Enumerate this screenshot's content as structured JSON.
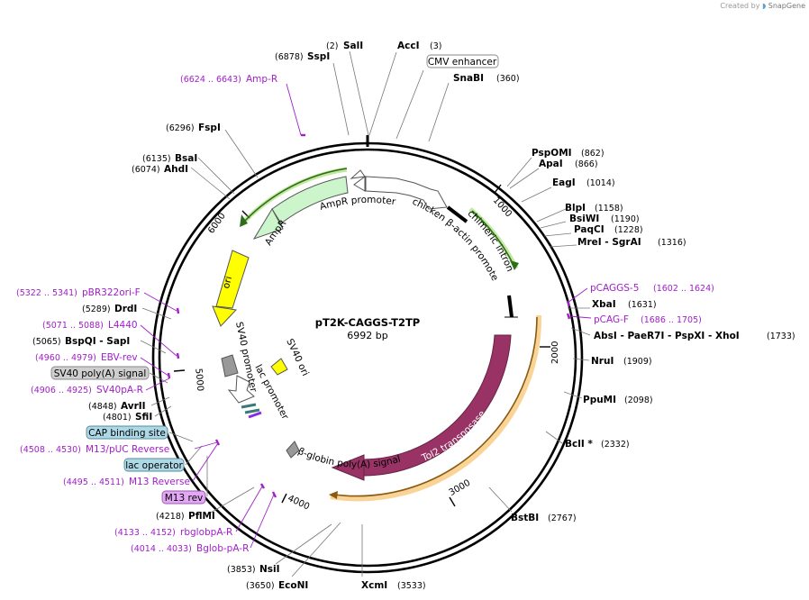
{
  "credit": {
    "prefix": "Created by",
    "brand": "SnapGene"
  },
  "plasmid": {
    "name": "pT2K-CAGGS-T2TP",
    "size": "6992 bp"
  },
  "ticks": [
    "1000",
    "2000",
    "3000",
    "4000",
    "5000",
    "6000"
  ],
  "sites_right": [
    {
      "name": "SalI",
      "pos": "(2)"
    },
    {
      "name": "AccI",
      "pos": "(3)"
    },
    {
      "name": "SnaBI",
      "pos": "(360)"
    },
    {
      "name": "PspOMI",
      "pos": "(862)"
    },
    {
      "name": "ApaI",
      "pos": "(866)"
    },
    {
      "name": "EagI",
      "pos": "(1014)"
    },
    {
      "name": "BlpI",
      "pos": "(1158)"
    },
    {
      "name": "BsiWI",
      "pos": "(1190)"
    },
    {
      "name": "PaqCI",
      "pos": "(1228)"
    },
    {
      "name": "MreI - SgrAI",
      "pos": "(1316)"
    },
    {
      "name": "XbaI",
      "pos": "(1631)"
    },
    {
      "name": "AbsI - PaeR7I - PspXI - XhoI",
      "pos": "(1733)"
    },
    {
      "name": "NruI",
      "pos": "(1909)"
    },
    {
      "name": "PpuMI",
      "pos": "(2098)"
    },
    {
      "name": "BclI *",
      "pos": "(2332)"
    },
    {
      "name": "BstBI",
      "pos": "(2767)"
    },
    {
      "name": "XcmI",
      "pos": "(3533)"
    },
    {
      "name": "EcoNI",
      "pos": "(3650)"
    },
    {
      "name": "NsiI",
      "pos": "(3853)"
    },
    {
      "name": "PflMI",
      "pos": "(4218)"
    }
  ],
  "sites_left": [
    {
      "name": "SspI",
      "pos": "(6878)"
    },
    {
      "name": "FspI",
      "pos": "(6296)"
    },
    {
      "name": "BsaI",
      "pos": "(6135)"
    },
    {
      "name": "AhdI",
      "pos": "(6074)"
    },
    {
      "name": "DrdI",
      "pos": "(5289)"
    },
    {
      "name": "BspQI - SapI",
      "pos": "(5065)"
    },
    {
      "name": "AvrII",
      "pos": "(4848)"
    },
    {
      "name": "SfiI",
      "pos": "(4801)"
    }
  ],
  "primers": [
    {
      "name": "Amp-R",
      "pos": "(6624 .. 6643)"
    },
    {
      "name": "pBR322ori-F",
      "pos": "(5322 .. 5341)"
    },
    {
      "name": "L4440",
      "pos": "(5071 .. 5088)"
    },
    {
      "name": "EBV-rev",
      "pos": "(4960 .. 4979)"
    },
    {
      "name": "SV40pA-R",
      "pos": "(4906 .. 4925)"
    },
    {
      "name": "M13/pUC Reverse",
      "pos": "(4508 .. 4530)"
    },
    {
      "name": "M13 Reverse",
      "pos": "(4495 .. 4511)"
    },
    {
      "name": "rbglobpA-R",
      "pos": "(4133 .. 4152)"
    },
    {
      "name": "Bglob-pA-R",
      "pos": "(4014 .. 4033)"
    },
    {
      "name": "pCAGGS-5",
      "pos": "(1602 .. 1624)"
    },
    {
      "name": "pCAG-F",
      "pos": "(1686 .. 1705)"
    }
  ],
  "boxed_features": [
    {
      "name": "CMV enhancer"
    },
    {
      "name": "SV40 poly(A) signal"
    },
    {
      "name": "CAP binding site"
    },
    {
      "name": "lac operator"
    },
    {
      "name": "M13 rev"
    }
  ],
  "features": {
    "ampr_promoter": "AmpR promoter",
    "ampr": "AmpR",
    "ori": "ori",
    "sv40_promoter": "SV40 promoter",
    "sv40_ori": "SV40 ori",
    "lac_promoter": "lac promoter",
    "chicken_promoter": "chicken β-actin promoter",
    "chimeric_intron": "chimeric intron",
    "tol2": "Tol2 transposase",
    "bglobin": "β-globin poly(A) signal"
  },
  "colors": {
    "ring": "#000000",
    "ampr": "#ccf5cc",
    "ori": "#ffff00",
    "tol2": "#993366",
    "primer": "#a020c8",
    "highlight_green": "#7ccd2a",
    "highlight_orange": "#f5b041",
    "gray_feature": "#999999",
    "cap_box": "#add8e6",
    "m13_box": "#e3a8f5"
  }
}
